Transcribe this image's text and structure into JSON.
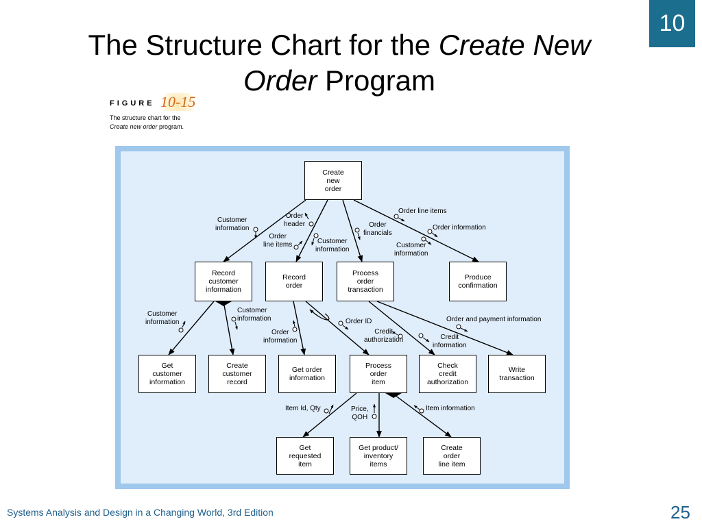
{
  "slide": {
    "chapter": "10",
    "title_part1": "The Structure Chart for the ",
    "title_italic1": "Create New",
    "title_italic2": "Order",
    "title_part2": " Program",
    "figure_word": "FIGURE",
    "figure_number": "10-15",
    "figure_desc_line1": "The structure chart for the",
    "figure_desc_italic": "Create new order",
    "figure_desc_rest": " program.",
    "footer": "Systems Analysis and Design in a Changing World, 3rd Edition",
    "page": "25"
  },
  "diagram": {
    "modules": {
      "create_new_order": "Create\nnew\norder",
      "record_customer_information": "Record\ncustomer\ninformation",
      "record_order": "Record\norder",
      "process_order_transaction": "Process\norder\ntransaction",
      "produce_confirmation": "Produce\nconfirmation",
      "get_customer_information": "Get\ncustomer\ninformation",
      "create_customer_record": "Create\ncustomer\nrecord",
      "get_order_information": "Get order\ninformation",
      "process_order_item": "Process\norder\nitem",
      "check_credit_authorization": "Check\ncredit\nauthorization",
      "write_transaction": "Write\ntransaction",
      "get_requested_item": "Get\nrequested\nitem",
      "get_product_inventory_items": "Get product/\ninventory\nitems",
      "create_order_line_item": "Create\norder\nline item"
    },
    "couples": {
      "customer_information_1": "Customer\ninformation",
      "order_header": "Order\nheader",
      "order_line_items_1": "Order\nline items",
      "customer_information_2": "Customer\ninformation",
      "order_financials": "Order\nfinancials",
      "order_line_items_2": "Order line items",
      "order_information": "Order information",
      "customer_information_3": "Customer\ninformation",
      "customer_information_4": "Customer\ninformation",
      "customer_information_5": "Customer\ninformation",
      "order_information_2": "Order\ninformation",
      "order_id": "Order ID",
      "credit_authorization": "Credit\nauthorization",
      "credit_information": "Credit\ninformation",
      "order_and_payment_information": "Order and payment information",
      "item_id_qty": "Item Id, Qty",
      "price_qoh": "Price,\nQOH",
      "item_information": "Item information"
    }
  },
  "colors": {
    "badge": "#1b6e8e",
    "frame": "#9fc8ec",
    "panel": "#e0edfa",
    "footer": "#1f5f8b",
    "figure_number": "#d2691e"
  }
}
